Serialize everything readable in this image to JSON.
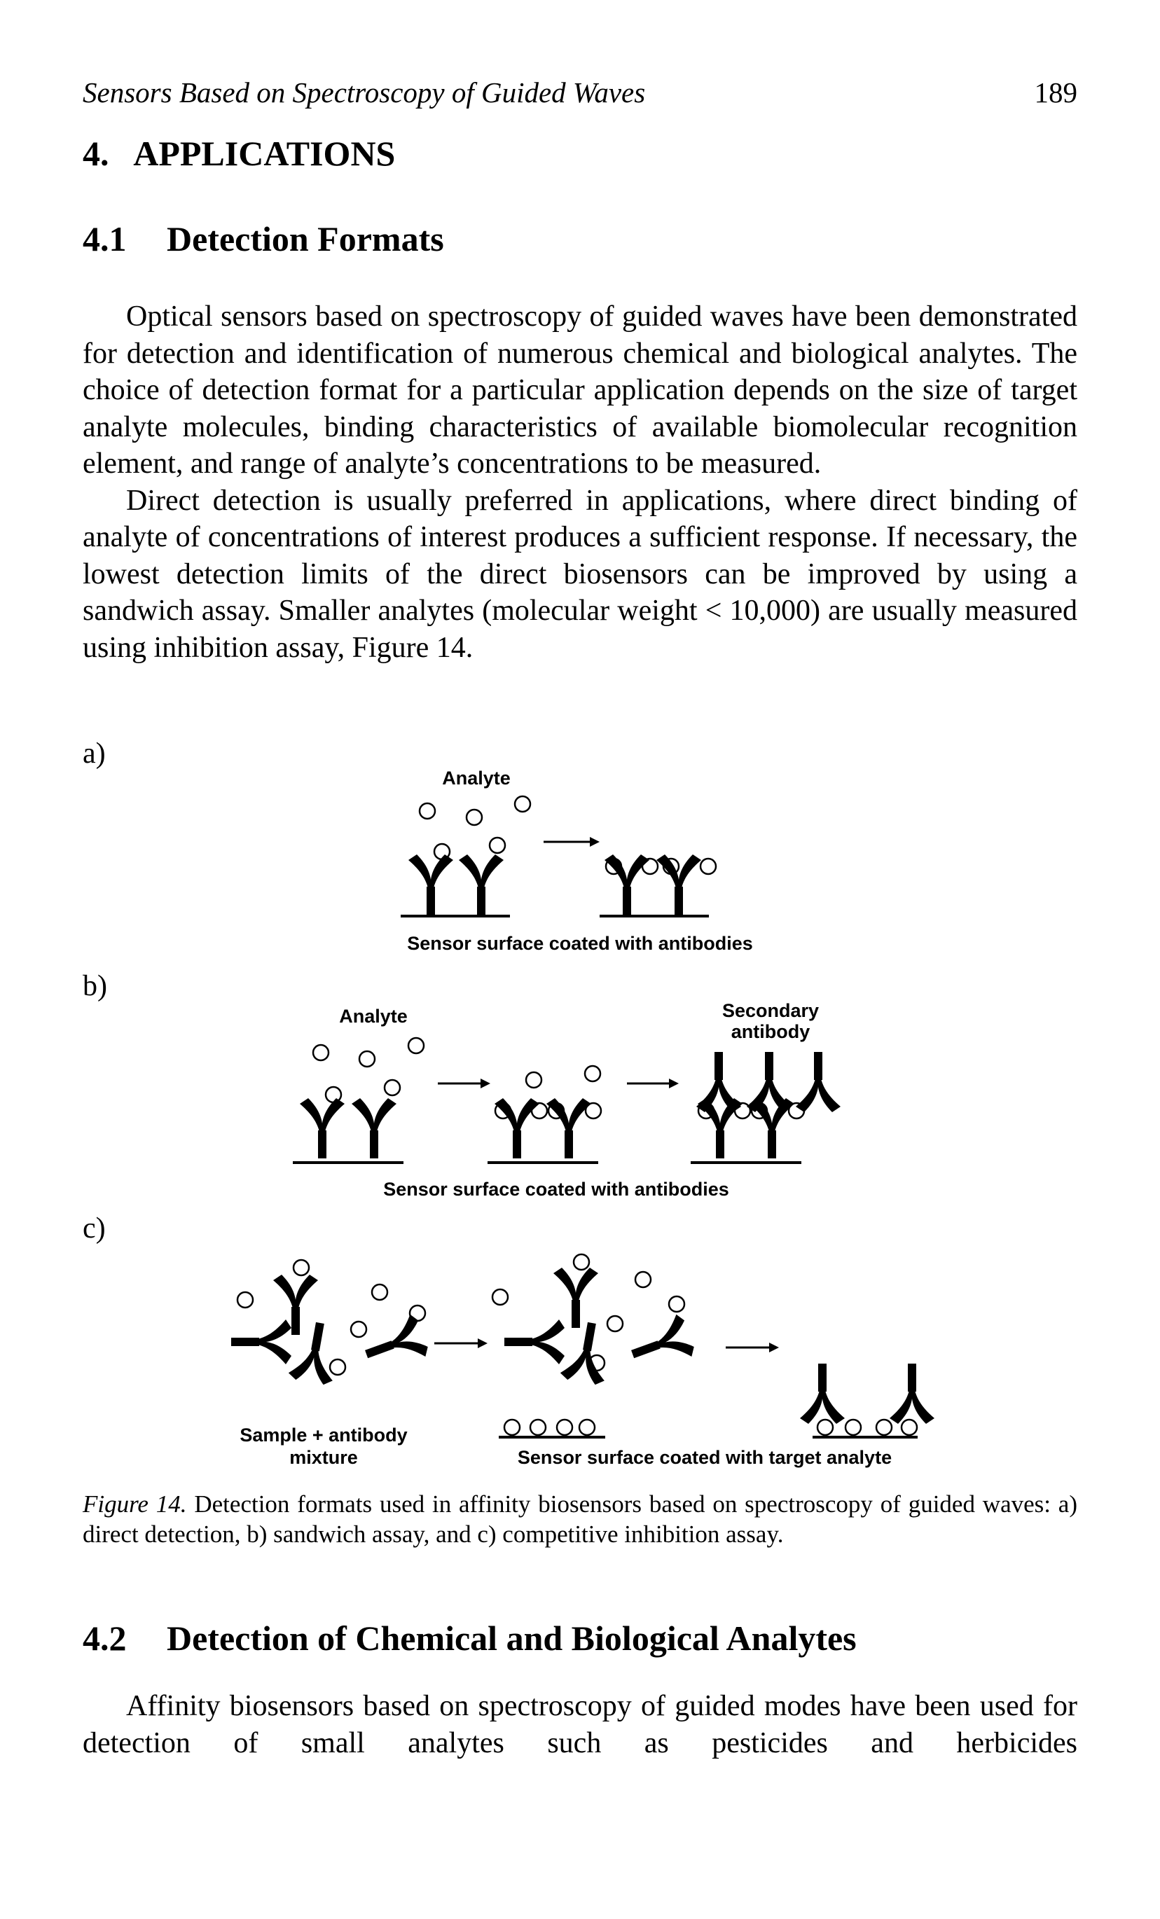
{
  "running_head": {
    "title": "Sensors Based on Spectroscopy of Guided Waves",
    "page_number": "189"
  },
  "section": {
    "heading": "4.   APPLICATIONS"
  },
  "subsection_1": {
    "number": "4.1",
    "title": "Detection Formats",
    "paragraphs": [
      "Optical sensors based on spectroscopy of guided waves have been demonstrated for detection and identification of numerous chemical and biological analytes. The choice of detection format for a particular application depends on the size of target analyte molecules, binding characteristics of available biomolecular recognition element, and range of analyte’s concentrations to be measured.",
      "Direct detection is usually preferred in applications, where direct binding of analyte of concentrations of interest produces a sufficient response. If necessary, the lowest detection limits of the direct biosensors can be improved by using a sandwich assay. Smaller analytes (molecular weight < 10,000) are usually measured using inhibition assay, Figure 14."
    ]
  },
  "figure": {
    "panel_a": {
      "label": "a)",
      "analyte_label": "Analyte",
      "surface_label": "Sensor surface coated with antibodies"
    },
    "panel_b": {
      "label": "b)",
      "analyte_label": "Analyte",
      "secondary_label_line1": "Secondary",
      "secondary_label_line2": "antibody",
      "surface_label": "Sensor surface coated with antibodies"
    },
    "panel_c": {
      "label": "c)",
      "sample_label_line1": "Sample + antibody",
      "sample_label_line2": "mixture",
      "surface_label": "Sensor surface coated with target analyte"
    },
    "caption_number": "Figure 14.",
    "caption_text": " Detection formats used in affinity biosensors based on spectroscopy of guided waves: a) direct detection, b) sandwich assay, and c) competitive inhibition assay."
  },
  "subsection_2": {
    "number": "4.2",
    "title": "Detection of Chemical and Biological Analytes",
    "paragraphs": [
      "Affinity biosensors based on spectroscopy of guided modes have been used for detection of small analytes such as pesticides and herbicides"
    ]
  }
}
